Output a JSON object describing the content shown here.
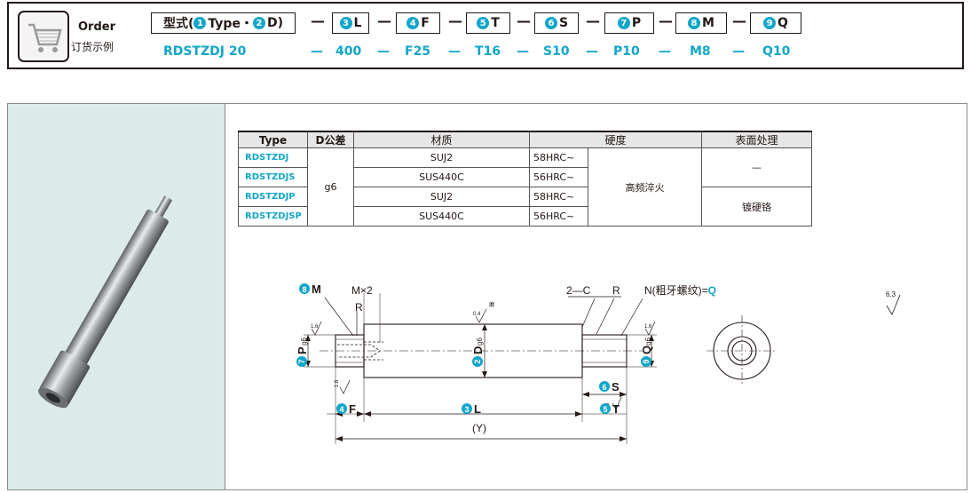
{
  "order": {
    "label": "Order",
    "sublabel": "订货示例",
    "codes": [
      {
        "badges": [
          "1",
          "2"
        ],
        "text": "型式(❶Type・❷D)"
      },
      {
        "badge": "3",
        "text": "L"
      },
      {
        "badge": "4",
        "text": "F"
      },
      {
        "badge": "5",
        "text": "T"
      },
      {
        "badge": "6",
        "text": "S"
      },
      {
        "badge": "7",
        "text": "P"
      },
      {
        "badge": "8",
        "text": "M"
      },
      {
        "badge": "9",
        "text": "Q"
      }
    ],
    "header_prefix": "型式(",
    "header_type": "Type・",
    "header_d": "D)",
    "dash": "—",
    "values": [
      "RDSTZDJ 20",
      "400",
      "F25",
      "T16",
      "S10",
      "P10",
      "M8",
      "Q10"
    ]
  },
  "table": {
    "headers": [
      "Type",
      "D公差",
      "材质",
      "硬度",
      "表面处理"
    ],
    "types": [
      "RDSTZDJ",
      "RDSTZDJS",
      "RDSTZDJP",
      "RDSTZDJSP"
    ],
    "tolerance": "g6",
    "materials": [
      "SUJ2",
      "SUS440C",
      "SUJ2",
      "SUS440C"
    ],
    "hardness": [
      "58HRC~",
      "56HRC~",
      "58HRC~",
      "56HRC~"
    ],
    "heat_treatment": "高频淬火",
    "surface": [
      "—",
      "镀硬铬"
    ]
  },
  "drawing": {
    "m_label": "M",
    "m_badge": "8",
    "mx2": "M×2",
    "r1": "R",
    "c2": "2—C",
    "r2": "R",
    "n_label": "N(粗牙螺纹)=",
    "q": "Q",
    "p_badge": "7",
    "p_label": "P",
    "p_tol": "g6",
    "d_badge": "2",
    "d_label": "D",
    "d_tol": "g6",
    "q_badge": "9",
    "q_label": "Q",
    "q_tol": "g6",
    "s_badge": "6",
    "s_label": "S",
    "f_badge": "4",
    "f_label": "F",
    "l_badge": "3",
    "l_label": "L",
    "t_badge": "5",
    "t_label": "T",
    "y_label": "(Y)",
    "rough_16": "1.6",
    "rough_04": "0.4",
    "rough_mo": "磨",
    "rough_63": "6.3"
  }
}
